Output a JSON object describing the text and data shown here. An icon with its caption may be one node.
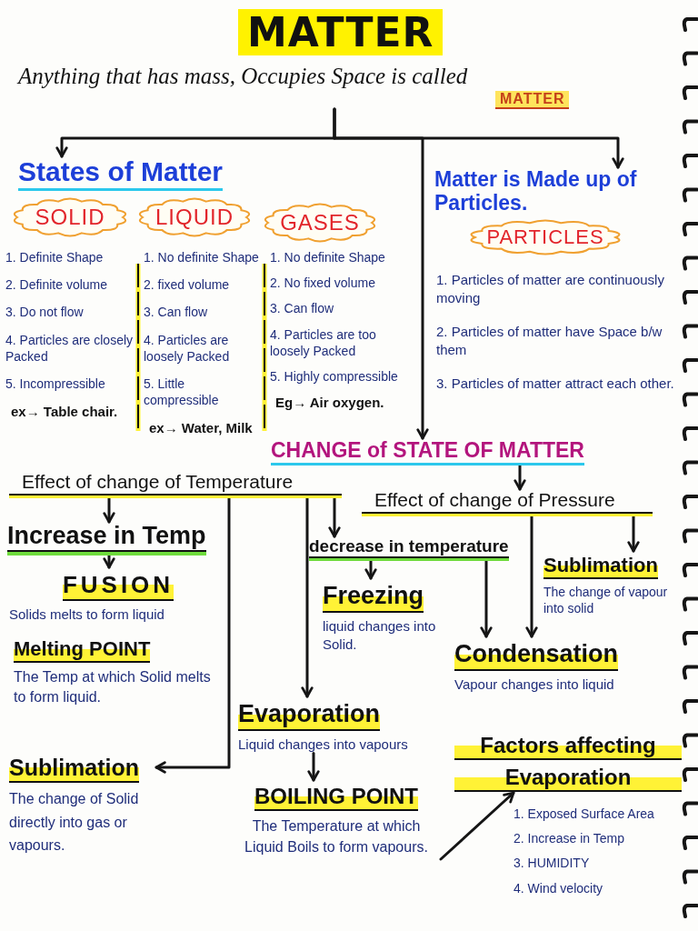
{
  "diagram": {
    "title": "MATTER",
    "nodes": [
      {
        "text": [
          "Anything that has mass, Occupies Space is called",
          "MATTER"
        ]
      },
      {
        "text": [
          "States of Matter"
        ]
      },
      {
        "text": [
          "SOLID"
        ],
        "beside": [
          "1. Definite Shape",
          "2. Definite volume",
          "3. Do not flow",
          "4. Particles are closely Packed",
          "5. Incompressible",
          "ex→ Table chair."
        ]
      },
      {
        "text": [
          "LIQUID"
        ],
        "beside": [
          "1. No definite Shape",
          "2. fixed volume",
          "3. Can flow",
          "4. Particles are loosely Packed",
          "5. Little compressible",
          "ex→ Water, Milk"
        ]
      },
      {
        "text": [
          "GASES"
        ],
        "beside": [
          "1. No definite Shape",
          "2. No fixed volume",
          "3. Can flow",
          "4. Particles are too loosely Packed",
          "5. Highly compressible",
          "Eg→ Air oxygen."
        ]
      },
      {
        "text": [
          "Matter is Made up of Particles."
        ]
      },
      {
        "text": [
          "PARTICLES"
        ],
        "beside": [
          "1. Particles of matter are continuously moving",
          "2. Particles of matter have Space b/w them",
          "3. Particles of matter attract each other."
        ]
      },
      {
        "text": [
          "CHANGE of STATE OF MATTER"
        ]
      },
      {
        "text": [
          "Effect of change of Temperature"
        ]
      },
      {
        "text": [
          "Effect of change of Pressure"
        ]
      },
      {
        "text": [
          "Increase in Temp"
        ]
      },
      {
        "text": [
          "decrease in temperature"
        ]
      },
      {
        "text": [
          "Sublimation",
          "The change of vapour into solid"
        ]
      },
      {
        "text": [
          "FUSION",
          "Solids melts to form liquid"
        ]
      },
      {
        "text": [
          "Freezing",
          "liquid changes into Solid."
        ]
      },
      {
        "text": [
          "Melting POINT",
          "The Temp at which Solid melts to form liquid."
        ]
      },
      {
        "text": [
          "Condensation",
          "Vapour changes into liquid"
        ]
      },
      {
        "text": [
          "Evaporation",
          "Liquid changes into vapours"
        ]
      },
      {
        "text": [
          "Sublimation",
          "The change of Solid directly into gas or vapours."
        ]
      },
      {
        "text": [
          "BOILING POINT",
          "The Temperature at which Liquid Boils to form vapours."
        ]
      },
      {
        "text": [
          "Factors affecting Evaporation"
        ],
        "beside": [
          "1. Exposed Surface Area",
          "2. Increase in Temp",
          "3. HUMIDITY",
          "4. Wind velocity"
        ]
      }
    ],
    "edges": [
      {
        "from": 0,
        "to": 1,
        "arrow": "to"
      },
      {
        "from": 0,
        "to": 5,
        "arrow": "to"
      },
      {
        "from": 0,
        "to": 7,
        "arrow": "to"
      },
      {
        "from": 7,
        "to": 9,
        "arrow": "to"
      },
      {
        "from": 8,
        "to": 10,
        "arrow": "to"
      },
      {
        "from": 8,
        "to": 11,
        "arrow": "to"
      },
      {
        "from": 8,
        "to": 17,
        "arrow": "to"
      },
      {
        "from": 8,
        "to": 18,
        "arrow": "to"
      },
      {
        "from": 9,
        "to": 16,
        "arrow": "to"
      },
      {
        "from": 9,
        "to": 12,
        "arrow": "to"
      },
      {
        "from": 10,
        "to": 13,
        "arrow": "to"
      },
      {
        "from": 11,
        "to": 14,
        "arrow": "to"
      },
      {
        "from": 11,
        "to": 16,
        "arrow": "to"
      },
      {
        "from": 17,
        "to": 19,
        "arrow": "to"
      },
      {
        "from": 19,
        "to": 20,
        "arrow": "to"
      }
    ]
  }
}
